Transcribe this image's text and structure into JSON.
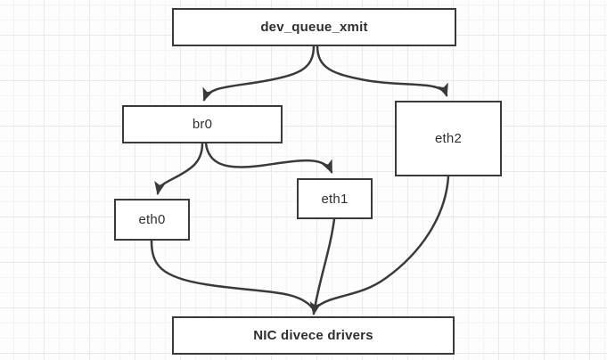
{
  "diagram": {
    "title": "bridge transmit path diagram",
    "nodes": [
      {
        "id": "dev_queue_xmit",
        "label": "dev_queue_xmit"
      },
      {
        "id": "br0",
        "label": "br0"
      },
      {
        "id": "eth2",
        "label": "eth2"
      },
      {
        "id": "eth1",
        "label": "eth1"
      },
      {
        "id": "eth0",
        "label": "eth0"
      },
      {
        "id": "nic_drivers",
        "label": "NIC divece drivers"
      }
    ],
    "edges": [
      {
        "from": "dev_queue_xmit",
        "to": "br0"
      },
      {
        "from": "dev_queue_xmit",
        "to": "eth2"
      },
      {
        "from": "br0",
        "to": "eth0"
      },
      {
        "from": "br0",
        "to": "eth1"
      },
      {
        "from": "eth0",
        "to": "nic_drivers"
      },
      {
        "from": "eth1",
        "to": "nic_drivers"
      },
      {
        "from": "eth2",
        "to": "nic_drivers"
      }
    ],
    "colors": {
      "edge_stroke": "#3a3a3a",
      "node_border": "#3a3a3a",
      "node_fill": "#ffffff",
      "text": "#2f2f2f",
      "grid_minor": "#f4f4f4",
      "grid_major": "#e9e9e9",
      "background": "#fdfdfd"
    }
  }
}
